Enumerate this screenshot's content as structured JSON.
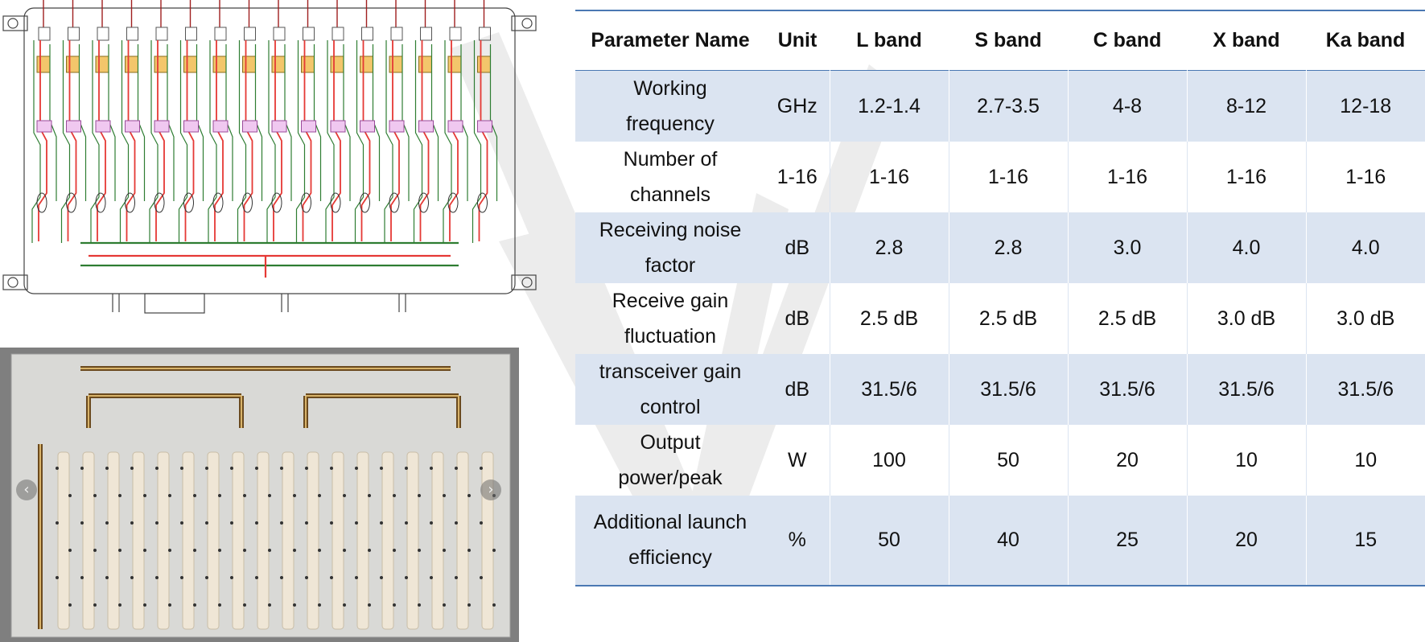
{
  "colors": {
    "table_shade": "#dbe4f1",
    "table_rule": "#4a78b3",
    "trace_red": "#e53935",
    "trace_green": "#2e7d32",
    "copper": "#6b4a1e"
  },
  "carousel": {
    "prev_icon": "‹",
    "next_icon": "›"
  },
  "table": {
    "headers": [
      "Parameter Name",
      "Unit",
      "L band",
      "S band",
      "C band",
      "X band",
      "Ka band"
    ],
    "rows": [
      {
        "name": [
          "Working",
          "frequency"
        ],
        "unit": "GHz",
        "values": [
          "1.2-1.4",
          "2.7-3.5",
          "4-8",
          "8-12",
          "12-18"
        ]
      },
      {
        "name": [
          "Number of",
          "channels"
        ],
        "unit": "1-16",
        "values": [
          "1-16",
          "1-16",
          "1-16",
          "1-16",
          "1-16"
        ]
      },
      {
        "name": [
          "Receiving noise",
          "factor"
        ],
        "unit": "dB",
        "values": [
          "2.8",
          "2.8",
          "3.0",
          "4.0",
          "4.0"
        ]
      },
      {
        "name": [
          "Receive gain",
          "fluctuation"
        ],
        "unit": "dB",
        "values": [
          "2.5 dB",
          "2.5 dB",
          "2.5 dB",
          "3.0 dB",
          "3.0 dB"
        ]
      },
      {
        "name": [
          "transceiver gain",
          "control"
        ],
        "unit": "dB",
        "values": [
          "31.5/6",
          "31.5/6",
          "31.5/6",
          "31.5/6",
          "31.5/6"
        ]
      },
      {
        "name": [
          "Output",
          "power/peak"
        ],
        "unit": "W",
        "values": [
          "100",
          "50",
          "20",
          "10",
          "10"
        ]
      },
      {
        "name": [
          "Additional launch",
          "efficiency"
        ],
        "unit": "%",
        "values": [
          "50",
          "40",
          "25",
          "20",
          "15"
        ]
      }
    ]
  }
}
